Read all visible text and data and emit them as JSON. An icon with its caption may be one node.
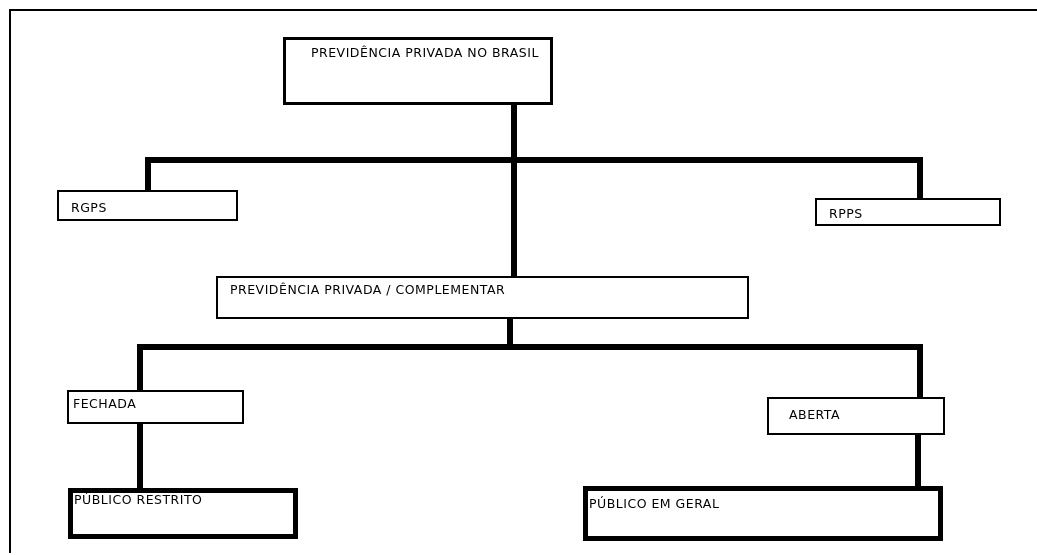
{
  "diagram": {
    "nodes": [
      {
        "text": [
          "PREVIDÊNCIA PRIVADA NO BRASIL"
        ]
      },
      {
        "text": [
          "RGPS"
        ]
      },
      {
        "text": [
          "RPPS"
        ]
      },
      {
        "text": [
          "PREVIDÊNCIA PRIVADA / COMPLEMENTAR"
        ]
      },
      {
        "text": [
          "FECHADA"
        ]
      },
      {
        "text": [
          "ABERTA"
        ]
      },
      {
        "text": [
          "PÚBLICO RESTRITO"
        ]
      },
      {
        "text": [
          "PÚBLICO EM GERAL"
        ]
      }
    ],
    "edges": [
      {
        "from": 0,
        "to": 1,
        "arrow": "none"
      },
      {
        "from": 0,
        "to": 2,
        "arrow": "none"
      },
      {
        "from": 0,
        "to": 3,
        "arrow": "none"
      },
      {
        "from": 3,
        "to": 4,
        "arrow": "none"
      },
      {
        "from": 3,
        "to": 5,
        "arrow": "none"
      },
      {
        "from": 4,
        "to": 6,
        "arrow": "none"
      },
      {
        "from": 5,
        "to": 7,
        "arrow": "none"
      }
    ]
  }
}
